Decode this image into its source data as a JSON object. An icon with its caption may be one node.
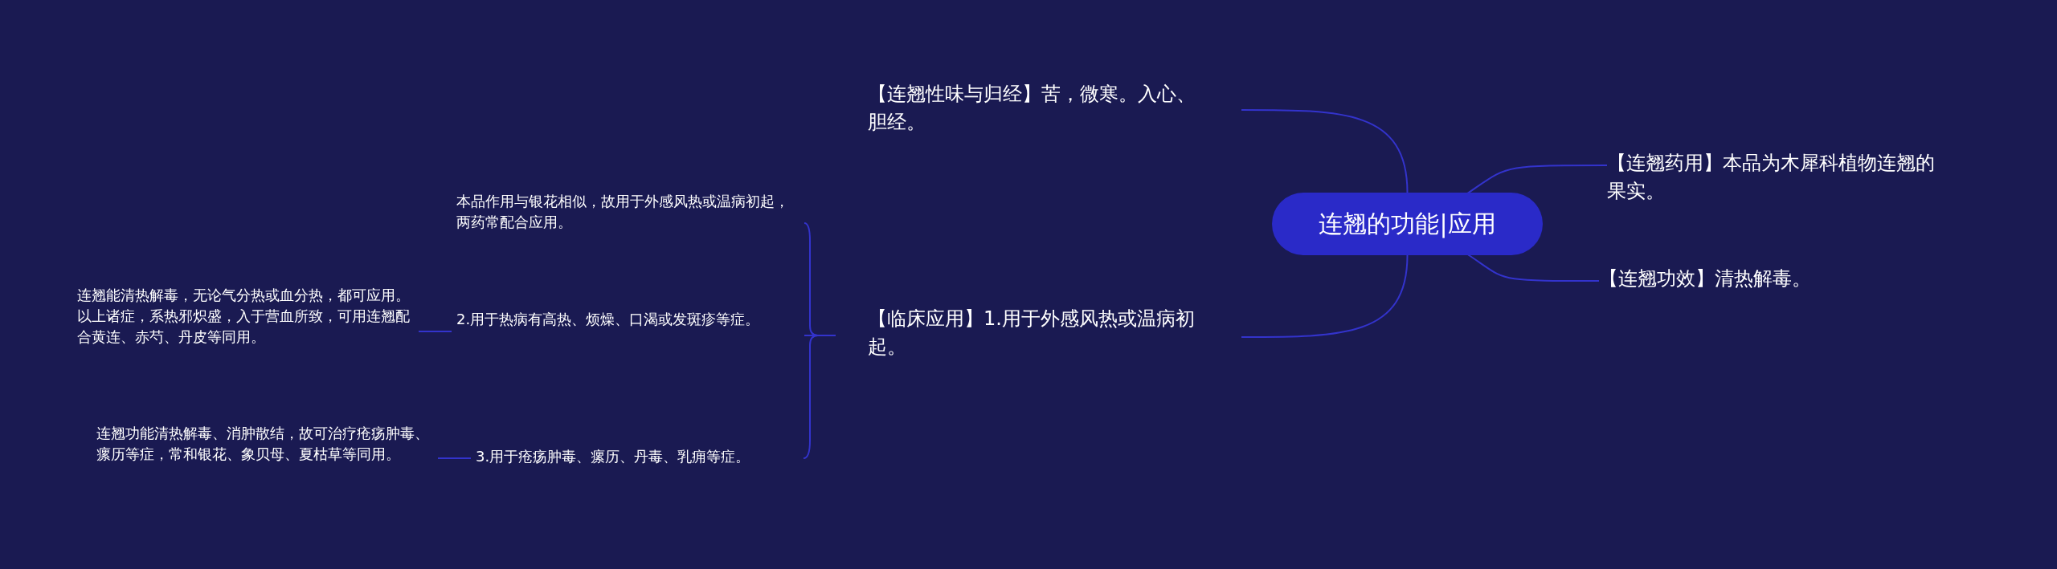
{
  "diagram": {
    "nodes": [
      {
        "text": [
          "连翘的功能|应用"
        ]
      },
      {
        "text": [
          "【连翘性味与归经】苦，微寒。入心、胆经。"
        ]
      },
      {
        "text": [
          "【临床应用】1.用于外感风热或温病初起。"
        ]
      },
      {
        "text": [
          "【连翘药用】本品为木犀科植物连翘的果实。"
        ]
      },
      {
        "text": [
          "【连翘功效】清热解毒。"
        ]
      },
      {
        "text": [
          "本品作用与银花相似，故用于外感风热或温病初起，两药常配合应用。"
        ]
      },
      {
        "text": [
          "2.用于热病有高热、烦燥、口渴或发斑疹等症。"
        ]
      },
      {
        "text": [
          "3.用于疮疡肿毒、瘰历、丹毒、乳痈等症。"
        ]
      },
      {
        "text": [
          "连翘能清热解毒，无论气分热或血分热，都可应用。以上诸症，系热邪炽盛，入于营血所致，可用连翘配合黄连、赤芍、丹皮等同用。"
        ]
      },
      {
        "text": [
          "连翘功能清热解毒、消肿散结，故可治疗疮疡肿毒、瘰历等症，常和银花、象贝母、夏枯草等同用。"
        ]
      }
    ],
    "edges": [
      {
        "from": 0,
        "to": 1,
        "arrow": "none"
      },
      {
        "from": 0,
        "to": 2,
        "arrow": "none"
      },
      {
        "from": 0,
        "to": 3,
        "arrow": "none"
      },
      {
        "from": 0,
        "to": 4,
        "arrow": "none"
      },
      {
        "from": 2,
        "to": 5,
        "arrow": "none"
      },
      {
        "from": 2,
        "to": 6,
        "arrow": "none"
      },
      {
        "from": 2,
        "to": 7,
        "arrow": "none"
      },
      {
        "from": 6,
        "to": 8,
        "arrow": "none"
      },
      {
        "from": 7,
        "to": 9,
        "arrow": "none"
      }
    ]
  }
}
